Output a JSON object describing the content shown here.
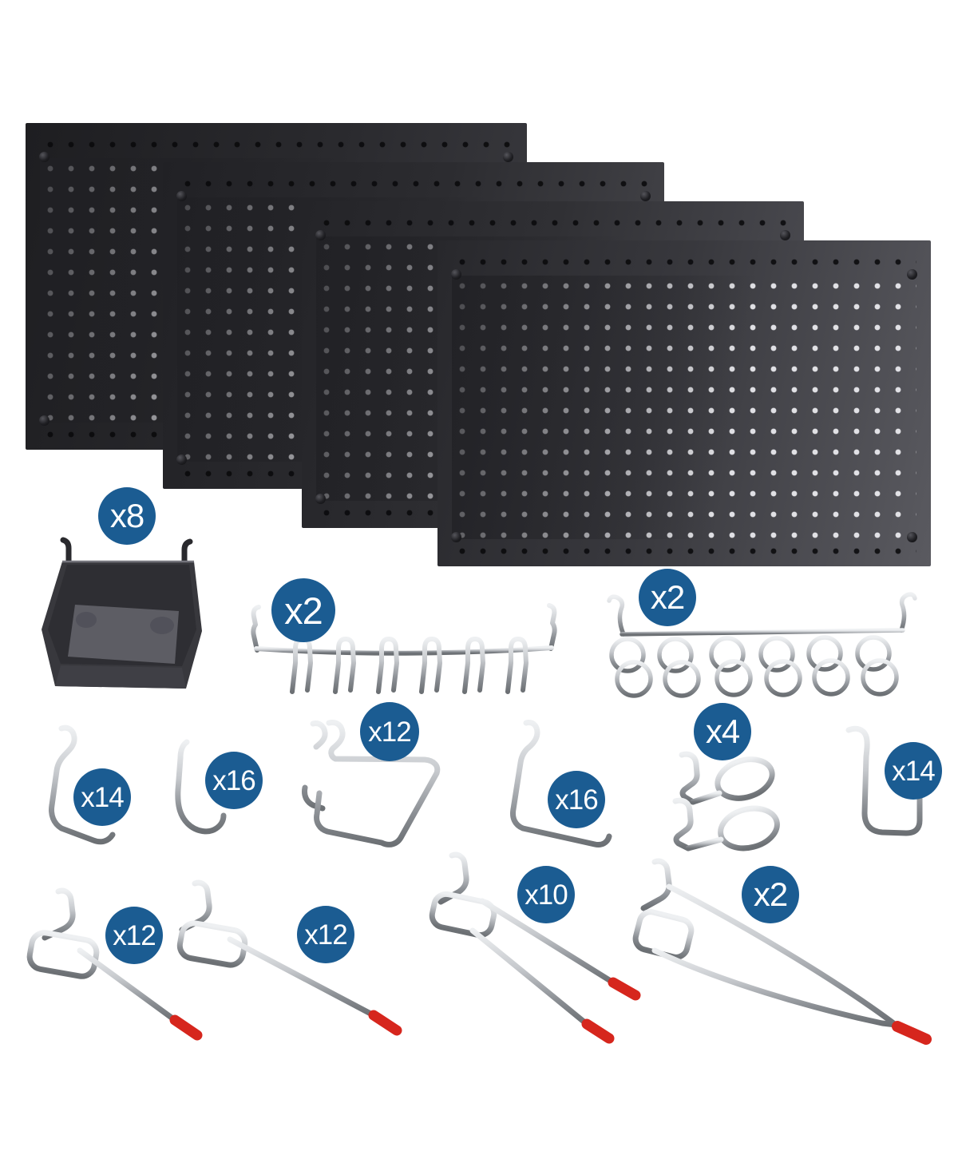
{
  "colors": {
    "badge_blue": "#1b5c92",
    "hook_red": "#d6261d",
    "panel_dark": "#2a2a2e",
    "chrome_silver": "#c3c7cb",
    "bin_gray": "#3a3a40"
  },
  "kit": {
    "panel_count": 4,
    "accessories": [
      {
        "id": "storage-bin",
        "qty_label": "x8"
      },
      {
        "id": "multi-hook-rack",
        "qty_label": "x2"
      },
      {
        "id": "curl-hook-rack",
        "qty_label": "x2"
      },
      {
        "id": "angle-hook-small",
        "qty_label": "x14"
      },
      {
        "id": "j-hook",
        "qty_label": "x16"
      },
      {
        "id": "curved-safety-hook",
        "qty_label": "x12"
      },
      {
        "id": "angle-hook-large",
        "qty_label": "x16"
      },
      {
        "id": "curl-loop-hook",
        "qty_label": "x4"
      },
      {
        "id": "square-hook",
        "qty_label": "x14"
      },
      {
        "id": "peg-hook-short",
        "qty_label": "x12"
      },
      {
        "id": "peg-hook-medium",
        "qty_label": "x12"
      },
      {
        "id": "peg-hook-long",
        "qty_label": "x10"
      },
      {
        "id": "scan-hook-double",
        "qty_label": "x2"
      }
    ]
  }
}
